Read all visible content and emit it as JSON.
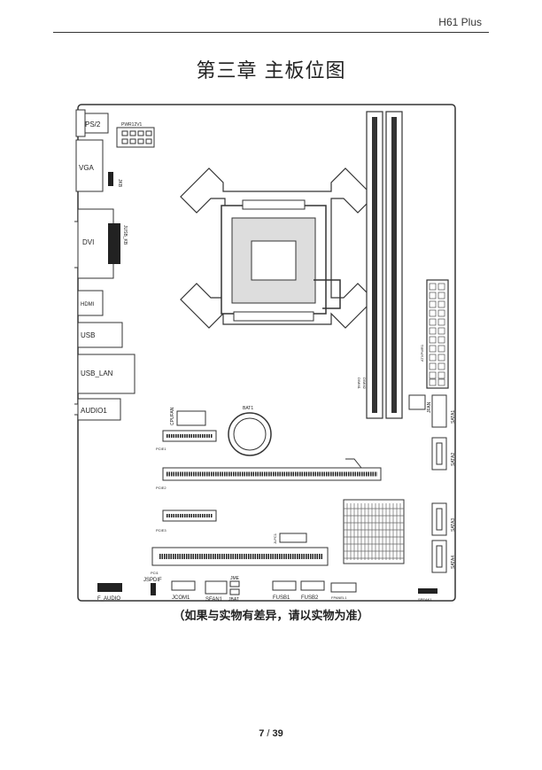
{
  "header": {
    "title": "H61 Plus"
  },
  "chapter": {
    "title": "第三章 主板位图"
  },
  "board": {
    "io_labels": {
      "ps2": "PS/2",
      "vga": "VGA",
      "dvi": "DVI",
      "hdmi": "HDMI",
      "usb": "USB",
      "usb_lan": "USB_LAN",
      "audio1": "AUDIO1"
    },
    "labels": {
      "pwr12v": "PWR12V1",
      "jkb": "JKB",
      "jusb_kb": "JUSB_KB",
      "cpufan": "CPUFAN",
      "bat": "BAT1",
      "pcie1": "PCIE1",
      "pcie2": "PCIE2",
      "pcie3": "PCIE3",
      "pci1": "PCI1",
      "jspdif": "JSPDIF",
      "f_audio": "F_AUDIO",
      "jcom": "JCOM1",
      "sfan": "SFAN1",
      "jme": "JME",
      "jbat": "JBAT",
      "fusb1": "FUSB1",
      "fusb2": "FUSB2",
      "fpanel": "FPANEL1",
      "spkr": "SPEAK1",
      "sata1": "SATA1",
      "sata2": "SATA2",
      "sata3": "SATA3",
      "sata4": "SATA4",
      "jfan": "JFAN",
      "ddr1": "DIMM1",
      "ddr2": "DIMM2",
      "atxpwr": "ATXPWR1",
      "jlpc": "JLPC1"
    }
  },
  "caption": {
    "text": "（如果与实物有差异，请以实物为准）"
  },
  "footer": {
    "page_current": "7",
    "page_sep": " / ",
    "page_total": "39"
  }
}
